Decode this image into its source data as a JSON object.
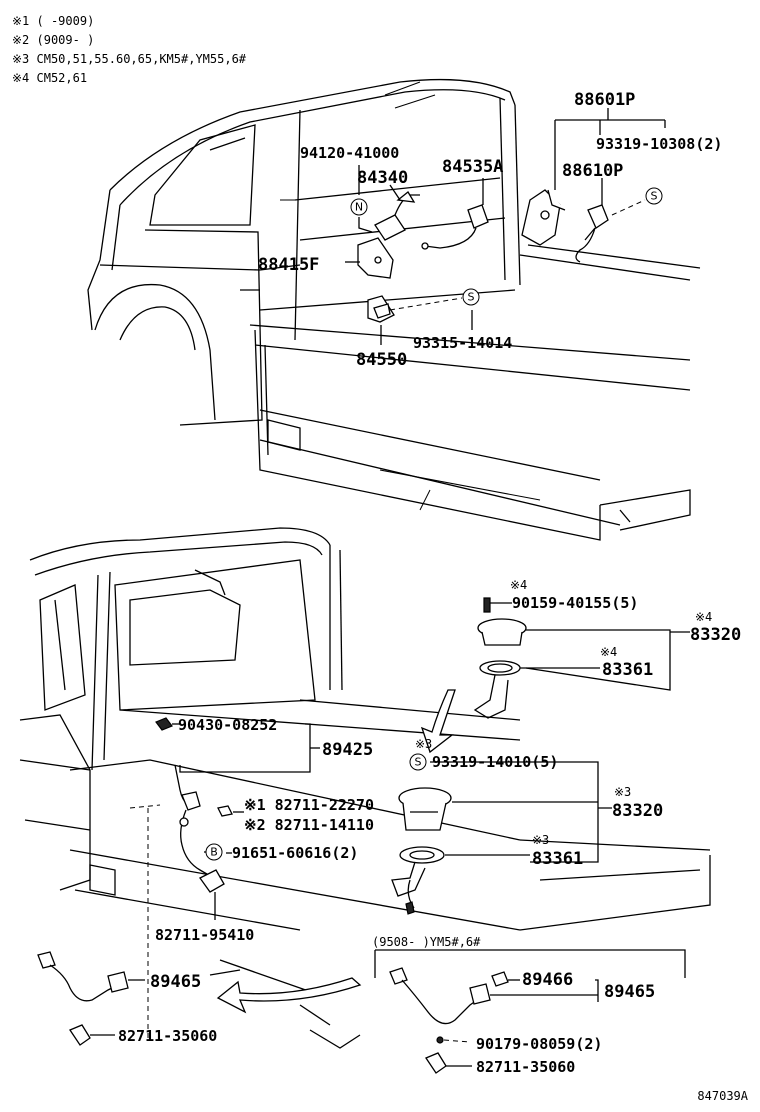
{
  "notes": [
    "※1 (      -9009)",
    "※2 (9009-      )",
    "※3 CM50,51,55.60,65,KM5#,YM55,6#",
    "※4 CM52,61"
  ],
  "top": {
    "p88601P": "88601P",
    "p93319_10308": "93319-10308(2)",
    "p88610P": "88610P",
    "p94120_41000": "94120-41000",
    "p84340": "84340",
    "p84535A": "84535A",
    "p88415F": "88415F",
    "p93315_14014": "93315-14014",
    "p84550": "84550",
    "mark_N": "N",
    "mark_S1": "S",
    "mark_S2": "S"
  },
  "bottom": {
    "mark4a": "※4",
    "p90159_40155": "90159-40155(5)",
    "mark4b": "※4",
    "p83320a": "83320",
    "mark4c": "※4",
    "p83361a": "83361",
    "p90430_08252": "90430-08252",
    "p89425": "89425",
    "mark3a": "※3",
    "mark_S3": "S",
    "p93319_14010": "93319-14010(5)",
    "mark3b": "※3",
    "p83320b": "83320",
    "p82711_22270": "※1 82711-22270",
    "p82711_14110": "※2 82711-14110",
    "mark_B": "B",
    "p91651_60616": "91651-60616(2)",
    "mark3c": "※3",
    "p83361b": "83361",
    "p82711_95410": "82711-95410",
    "p89465a": "89465",
    "p82711_35060a": "82711-35060",
    "range_label": "(9508-       )YM5#,6#",
    "p89466": "89466",
    "p89465b": "89465",
    "p90179_08059": "90179-08059(2)",
    "p82711_35060b": "82711-35060"
  },
  "figure_id": "847039A"
}
